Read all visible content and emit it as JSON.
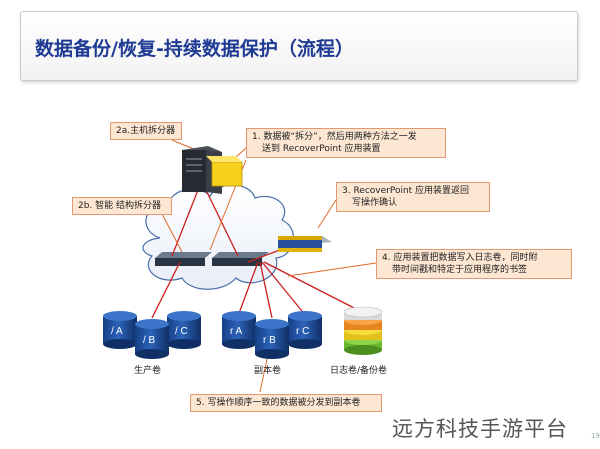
{
  "title": "数据备份/恢复-持续数据保护（流程）",
  "callouts": {
    "host_splitter": "2a.主机拆分器",
    "step1_line1": "1. 数据被“拆分”，然后用两种方法之一发",
    "step1_line2": "送到 RecoverPoint 应用装置",
    "fabric_splitter": "2b. 智能 结构拆分器",
    "step3_line1": "3. RecoverPoint 应用装置返回",
    "step3_line2": "写操作确认",
    "step4_line1": "4. 应用装置把数据写入日志卷，同时附",
    "step4_line2": "带时间戳和特定于应用程序的书签",
    "step5": "5. 写操作顺序一致的数据被分发到副本卷"
  },
  "volumes": {
    "production": [
      "/ A",
      "/ B",
      "/ C"
    ],
    "replica": [
      "r A",
      "r B",
      "r C"
    ]
  },
  "group_labels": {
    "production": "生产卷",
    "replica": "副本卷",
    "journal": "日志卷/备份卷"
  },
  "watermark": "远方科技手游平台",
  "page_number": "19",
  "colors": {
    "title": "#1f3a93",
    "callout_fill": "#fde7d2",
    "callout_border": "#e39a72",
    "link_line": "#cc1f1f",
    "volume_fill": "#1e4f9c"
  }
}
